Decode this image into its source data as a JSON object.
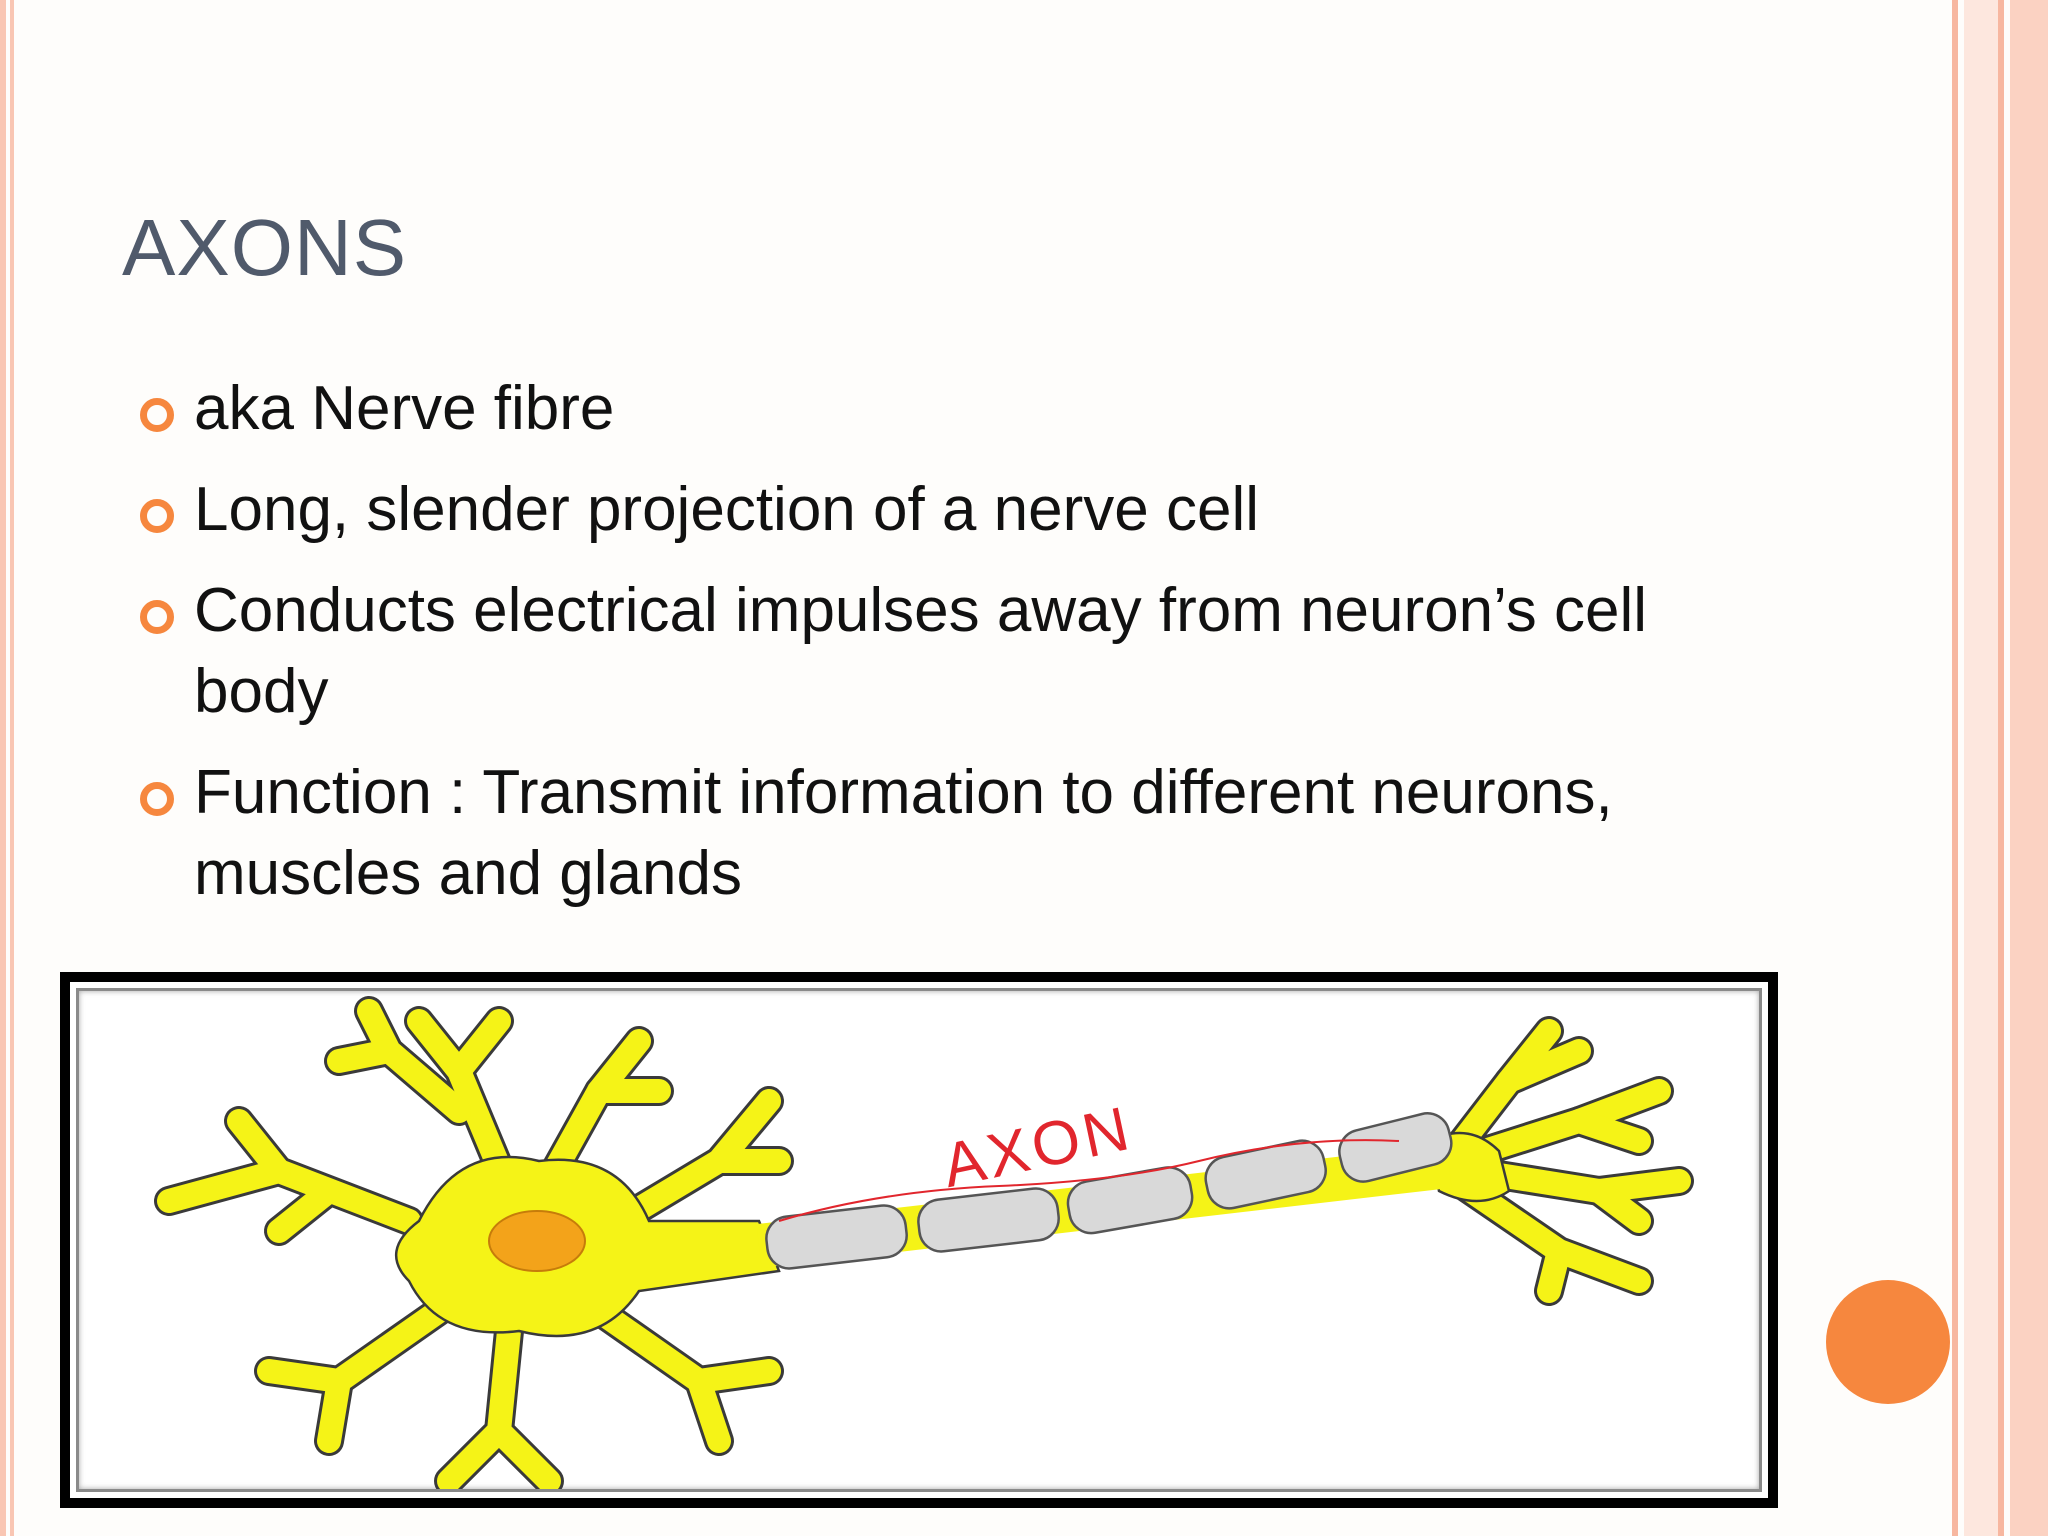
{
  "slide": {
    "title": "AXONS",
    "bullets": [
      "aka Nerve fibre",
      "Long, slender projection of a nerve cell",
      "Conducts electrical impulses away from neuron’s cell body",
      "Function : Transmit information to different neurons, muscles and glands"
    ]
  },
  "figure": {
    "label": "AXON"
  },
  "colors": {
    "bullet_marker": "#f6873e",
    "title": "#505a6b",
    "neuron_fill": "#f5f317",
    "nucleus": "#f3a31a",
    "myelin": "#d9d9d9",
    "label": "#e1262d",
    "accent_dot": "#f6873e"
  }
}
